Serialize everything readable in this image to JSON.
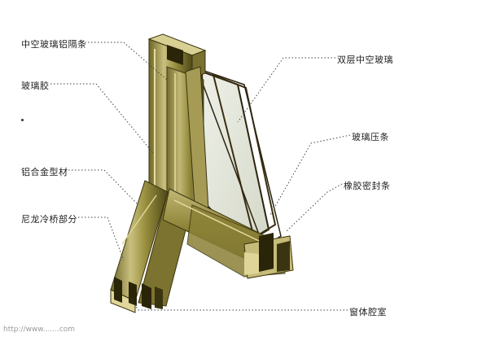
{
  "labels": {
    "spacer": "中空玻璃铝隔条",
    "glass_glue": "玻璃胶",
    "aluminum_profile": "铝合金型材",
    "nylon_bridge": "尼龙冷桥部分",
    "double_glass": "双层中空玻璃",
    "bead": "玻璃压条",
    "rubber_seal": "橡胶密封条",
    "frame_cavity": "窗体腔室"
  },
  "watermark": "http://www.......com",
  "colors": {
    "frame_light": "#b8ad6a",
    "frame_mid": "#8c8240",
    "frame_dark": "#4a4418",
    "glass": "#dfe2d6",
    "leader": "#444444"
  }
}
